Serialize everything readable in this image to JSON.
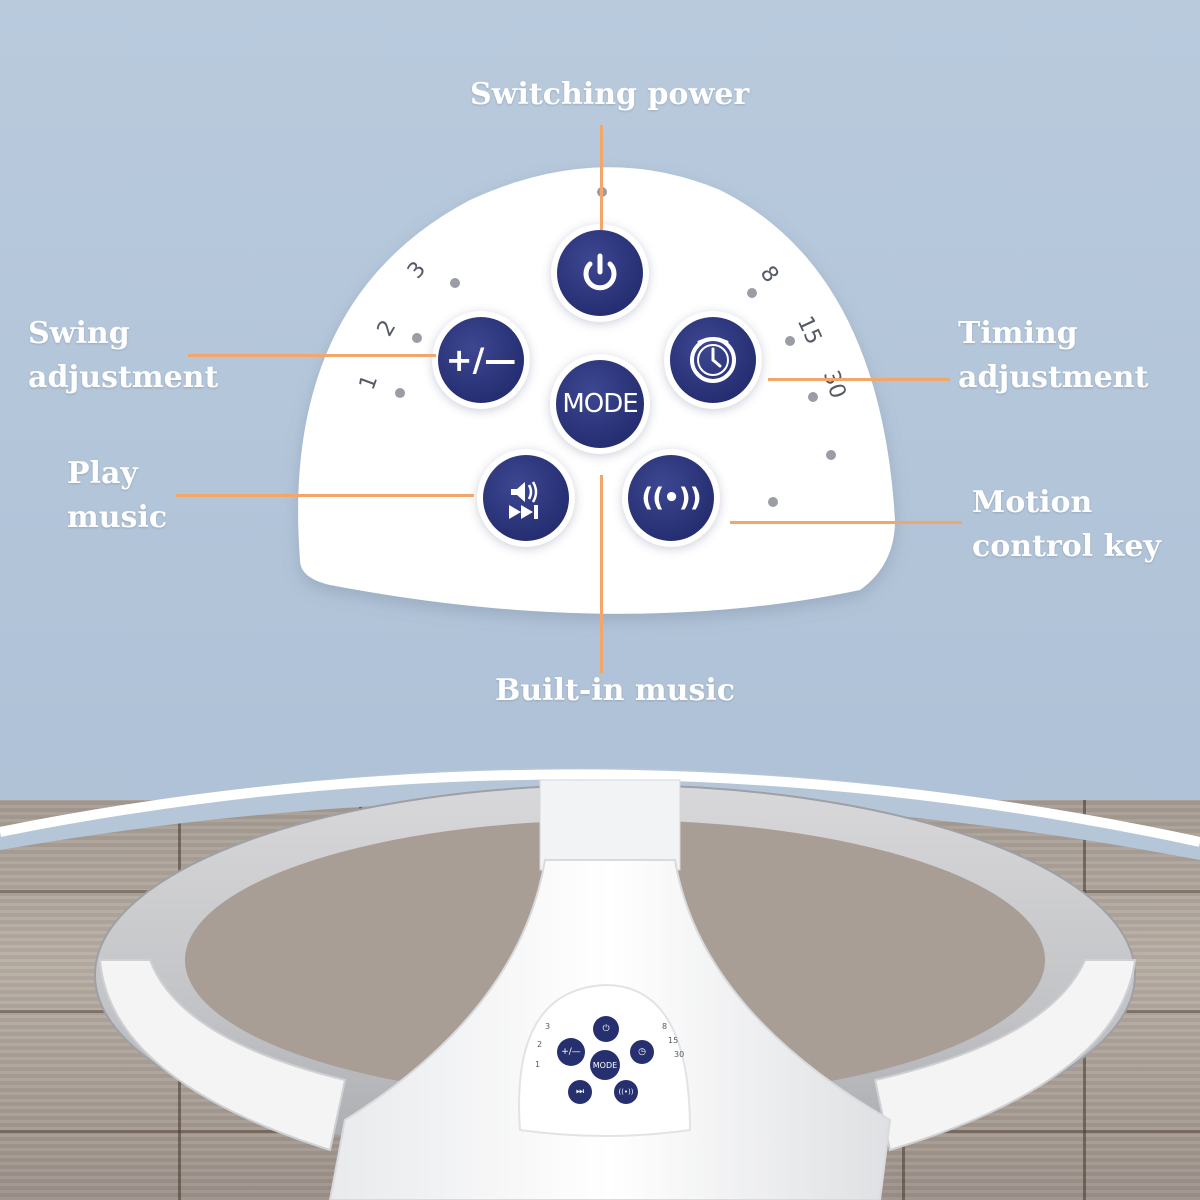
{
  "colors": {
    "background": "#b3c5d9",
    "leader_line": "#f2a66a",
    "button_fill": "#262f72",
    "label_text": "#ffffff"
  },
  "callouts": {
    "power": {
      "label": "Switching power"
    },
    "swing": {
      "label_line1": "Swing",
      "label_line2": "adjustment"
    },
    "timing": {
      "label_line1": "Timing",
      "label_line2": "adjustment"
    },
    "play": {
      "label_line1": "Play",
      "label_line2": "music"
    },
    "motion": {
      "label_line1": "Motion",
      "label_line2": "control key"
    },
    "builtin": {
      "label": "Built-in music"
    }
  },
  "remote": {
    "buttons": {
      "power": {
        "icon": "power-icon"
      },
      "swing": {
        "icon": "plus-minus-icon",
        "text": "+/—"
      },
      "mode": {
        "text": "MODE"
      },
      "timer": {
        "icon": "clock-icon"
      },
      "play": {
        "icon": "play-music-icon"
      },
      "motion": {
        "icon": "motion-signal-icon",
        "text": "((•))"
      }
    },
    "swing_scale": [
      "1",
      "2",
      "3"
    ],
    "timer_scale": [
      "8",
      "15",
      "30"
    ]
  },
  "mini_remote": {
    "mode_text": "MODE",
    "swing_text": "+/—",
    "motion_text": "((•))",
    "swing_scale": [
      "1",
      "2",
      "3"
    ],
    "timer_scale": [
      "8",
      "15",
      "30"
    ]
  }
}
